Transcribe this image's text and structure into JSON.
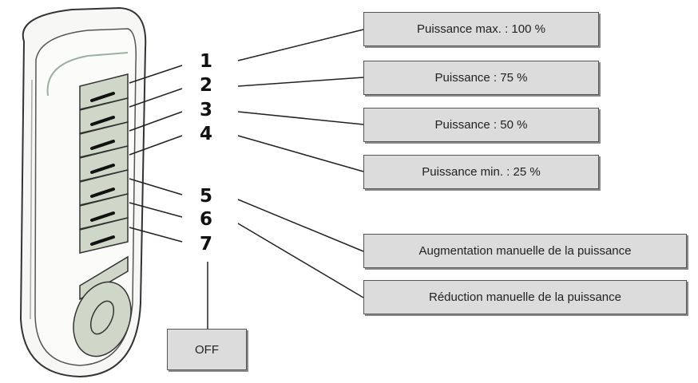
{
  "buttons": [
    {
      "number": "1",
      "label": "Puissance max. : 100 %"
    },
    {
      "number": "2",
      "label": "Puissance : 75 %"
    },
    {
      "number": "3",
      "label": "Puissance : 50 %"
    },
    {
      "number": "4",
      "label": "Puissance min. : 25 %"
    },
    {
      "number": "5",
      "label": "Augmentation manuelle de la puissance"
    },
    {
      "number": "6",
      "label": "Réduction manuelle de la puissance"
    },
    {
      "number": "7",
      "label": "OFF"
    }
  ],
  "colors": {
    "remote_body": "#f7f8f6",
    "button_fill": "#cfd8c8",
    "label_fill": "#dcdcdc",
    "line": "#222222"
  }
}
